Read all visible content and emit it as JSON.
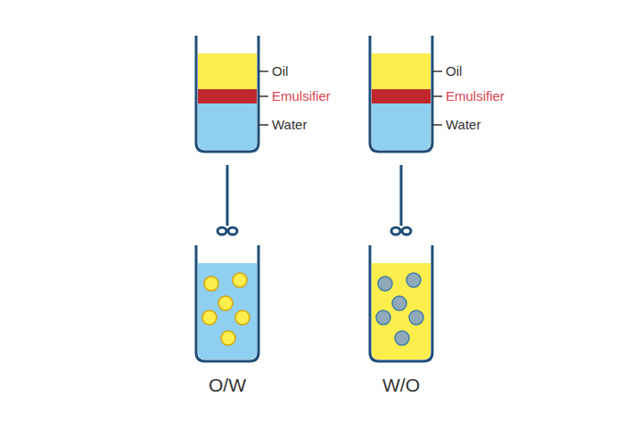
{
  "diagram": {
    "labels": [
      "Oil",
      "Emulsifier",
      "Water",
      "Oil",
      "Emulsifier",
      "Water",
      "O/W",
      "W/O"
    ]
  }
}
